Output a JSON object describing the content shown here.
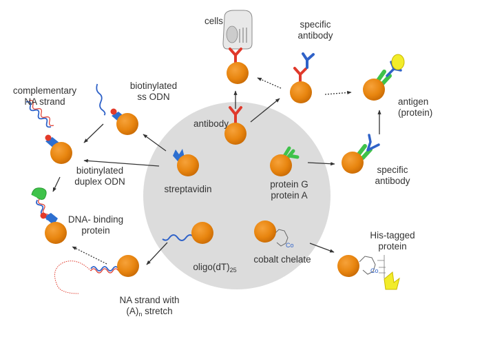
{
  "diagram": {
    "title": "Bead functionalization and applications",
    "colors": {
      "bead": "#e8850f",
      "bead_dark": "#c86a05",
      "center_disk": "#dcdcdc",
      "antibody_red": "#e0392b",
      "antibody_blue": "#2f62c8",
      "protein_green": "#3fc24a",
      "streptavidin_blue": "#2d6fd0",
      "biotin_red": "#e23a2a",
      "antigen_yellow": "#f2ec2a",
      "arrow": "#333333",
      "text": "#333333"
    },
    "center_items": [
      {
        "id": "antibody",
        "label": "antibody"
      },
      {
        "id": "streptavidin",
        "label": "streptavidin"
      },
      {
        "id": "protein-ga",
        "label_line1": "protein G",
        "label_line2": "protein A"
      },
      {
        "id": "oligo-dt",
        "label_main": "oligo(dT)",
        "label_sub": "25"
      },
      {
        "id": "cobalt-chelate",
        "label": "cobalt chelate",
        "chelate_symbol": "Co"
      }
    ],
    "outer_items": [
      {
        "id": "cells",
        "label": "cells"
      },
      {
        "id": "specific-antibody-top",
        "label_line1": "specific",
        "label_line2": "antibody"
      },
      {
        "id": "antigen",
        "label_line1": "antigen",
        "label_line2": "(protein)"
      },
      {
        "id": "specific-antibody-right",
        "label_line1": "specific",
        "label_line2": "antibody"
      },
      {
        "id": "his-tagged",
        "label_line1": "His-tagged",
        "label_line2": "protein",
        "chelate_symbol": "Co"
      },
      {
        "id": "na-strand-an",
        "label_line1": "NA strand with",
        "label_line2_main": "(A)",
        "label_line2_sub": "n",
        "label_line2_rest": " stretch"
      },
      {
        "id": "dna-binding",
        "label_line1": "DNA- binding",
        "label_line2": "protein"
      },
      {
        "id": "biotinylated-duplex",
        "label_line1": "biotinylated",
        "label_line2": "duplex ODN"
      },
      {
        "id": "complementary-na",
        "label_line1": "complementary",
        "label_line2": "NA strand"
      },
      {
        "id": "biotinylated-ss",
        "label_line1": "biotinylated",
        "label_line2": "ss ODN"
      }
    ]
  }
}
